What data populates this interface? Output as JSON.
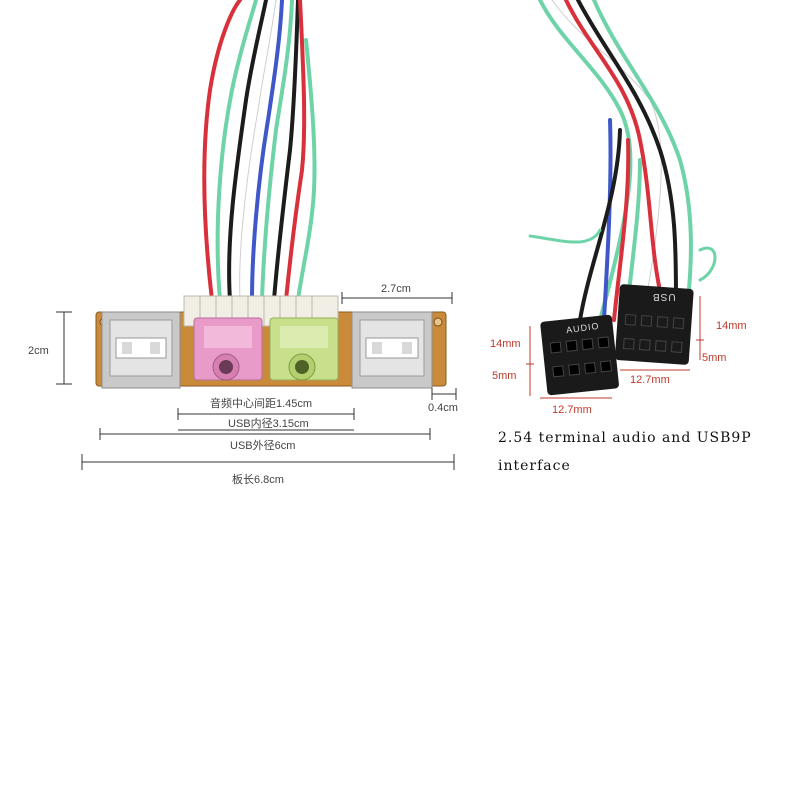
{
  "labels": {
    "height_2cm": "2cm",
    "width_27": "2.7cm",
    "audio_spacing": "音频中心间距1.45cm",
    "usb_inner": "USB内径3.15cm",
    "usb_outer": "USB外径6cm",
    "board_length": "板长6.8cm",
    "edge_04": "0.4cm"
  },
  "headers": {
    "audio_text": "AUDIO",
    "usb_text": "USB",
    "left_14mm": "14mm",
    "left_5mm": "5mm",
    "left_127mm": "12.7mm",
    "right_14mm": "14mm",
    "right_5mm": "5mm",
    "right_127mm": "12.7mm"
  },
  "caption": {
    "line1": "2.54 terminal audio and USB9P",
    "line2": "interface"
  },
  "colors": {
    "pcb": "#c98a3a",
    "audio_pink": "#e89bc8",
    "audio_green": "#c8e08c",
    "wire_red": "#d8313b",
    "wire_green": "#6fd3a8",
    "wire_blue": "#3f57c9",
    "wire_black": "#1c1c1c",
    "header_black": "#1a1a1a",
    "dim_red": "#c0392b"
  }
}
